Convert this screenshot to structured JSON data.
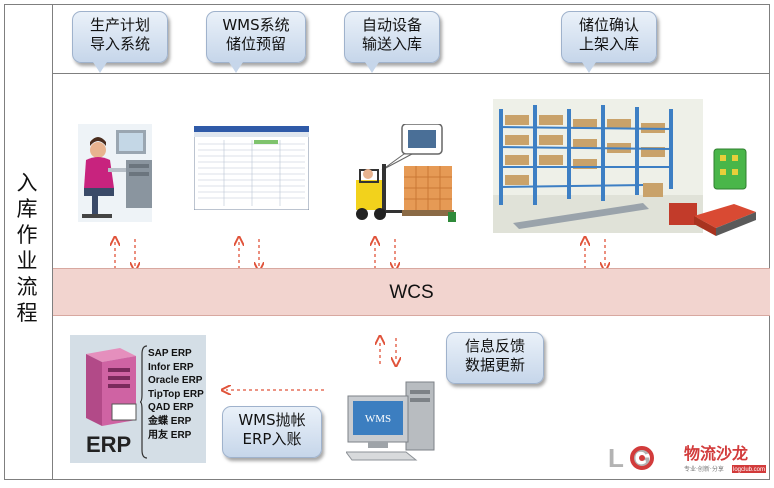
{
  "side_label": "入库作业流程",
  "steps": [
    {
      "line1": "生产计划",
      "line2": "导入系统"
    },
    {
      "line1": "WMS系统",
      "line2": "储位预留"
    },
    {
      "line1": "自动设备",
      "line2": "输送入库"
    },
    {
      "line1": "储位确认",
      "line2": "上架入库"
    }
  ],
  "wcs_label": "WCS",
  "feedback": {
    "line1": "信息反馈",
    "line2": "数据更新"
  },
  "post": {
    "line1": "WMS抛帐",
    "line2": "ERP入账"
  },
  "wms_screen_label": "WMS",
  "erp": {
    "title": "ERP",
    "systems": [
      "SAP ERP",
      "Infor ERP",
      "Oracle ERP",
      "TipTop ERP",
      "QAD ERP",
      "金蝶 ERP",
      "用友 ERP"
    ]
  },
  "logo": {
    "letters": "L G",
    "brand": "物流沙龙",
    "tagline": "专业·创新·分享",
    "url": "logclub.com"
  },
  "colors": {
    "arrow": "#e0533a",
    "band": "#f2d4cf",
    "callout": "#c6d6ea"
  }
}
